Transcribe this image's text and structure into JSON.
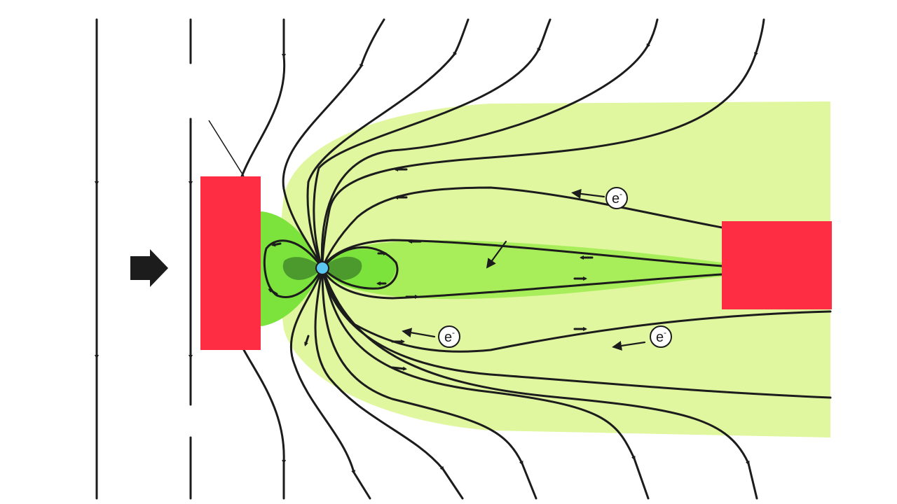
{
  "colors": {
    "outer_region": "#e0f7a0",
    "tail_region": "#a8ee5a",
    "inner_region": "#7ce23c",
    "core_region": "#4c9a2e",
    "block": "#ff2d44",
    "planet": "#5cc8f0",
    "line": "#1c1c1c"
  },
  "icons": {
    "flow_arrow": "right-arrow-icon",
    "planet": "planet-dot-icon",
    "electron": "circled-e-minus-icon"
  },
  "electron_labels": [
    {
      "base": "e",
      "sup": "-"
    },
    {
      "base": "e",
      "sup": "-"
    },
    {
      "base": "e",
      "sup": "-"
    }
  ]
}
